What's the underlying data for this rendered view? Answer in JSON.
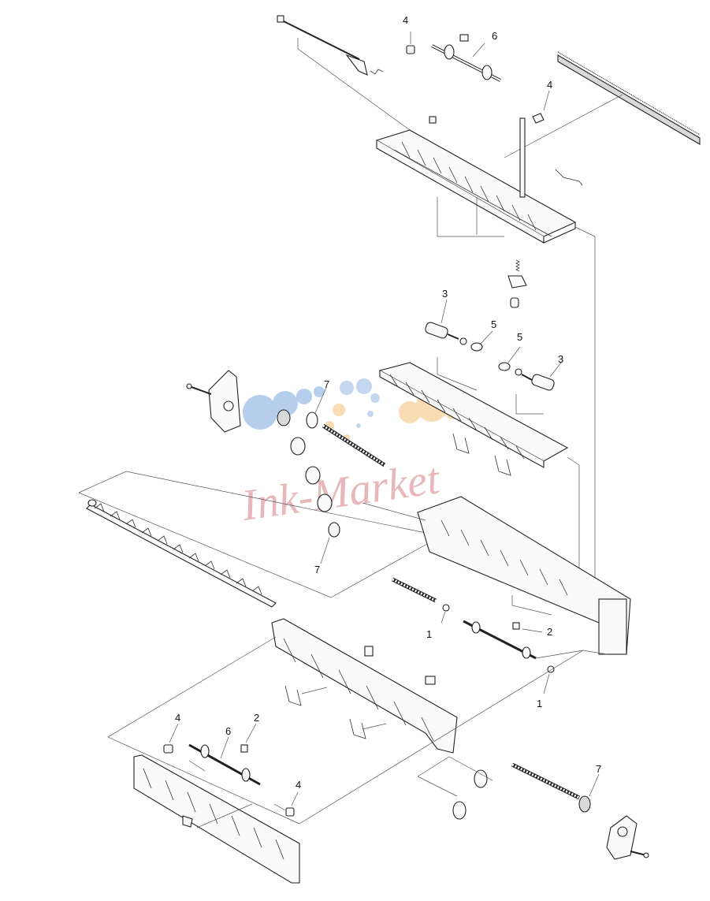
{
  "diagram": {
    "watermark_text": "Ink-Market",
    "callouts": {
      "c1_upper_left_shaft_bushing": "4",
      "c2_upper_right_bushing": "4",
      "c3_upper_shaft": "6",
      "c4_left_roller": "3",
      "c5_left_ring": "5",
      "c6_right_ring": "5",
      "c7_right_roller": "3",
      "c8_top_gear_roller": "7",
      "c9_bottom_gear_roller": "7",
      "c10_eclip_upper": "1",
      "c11_spring_clip_upper": "2",
      "c12_eclip_lower": "1",
      "c13_lower_left_bushing": "4",
      "c14_lower_shaft": "6",
      "c15_lower_clip": "2",
      "c16_lower_right_bushing": "4",
      "c17_right_gear_roller": "7"
    },
    "colors": {
      "line": "#222222",
      "watermark": "#e8b7ba",
      "logo_blue": "#a9c6ea",
      "logo_orange": "#f7d6a8"
    }
  }
}
